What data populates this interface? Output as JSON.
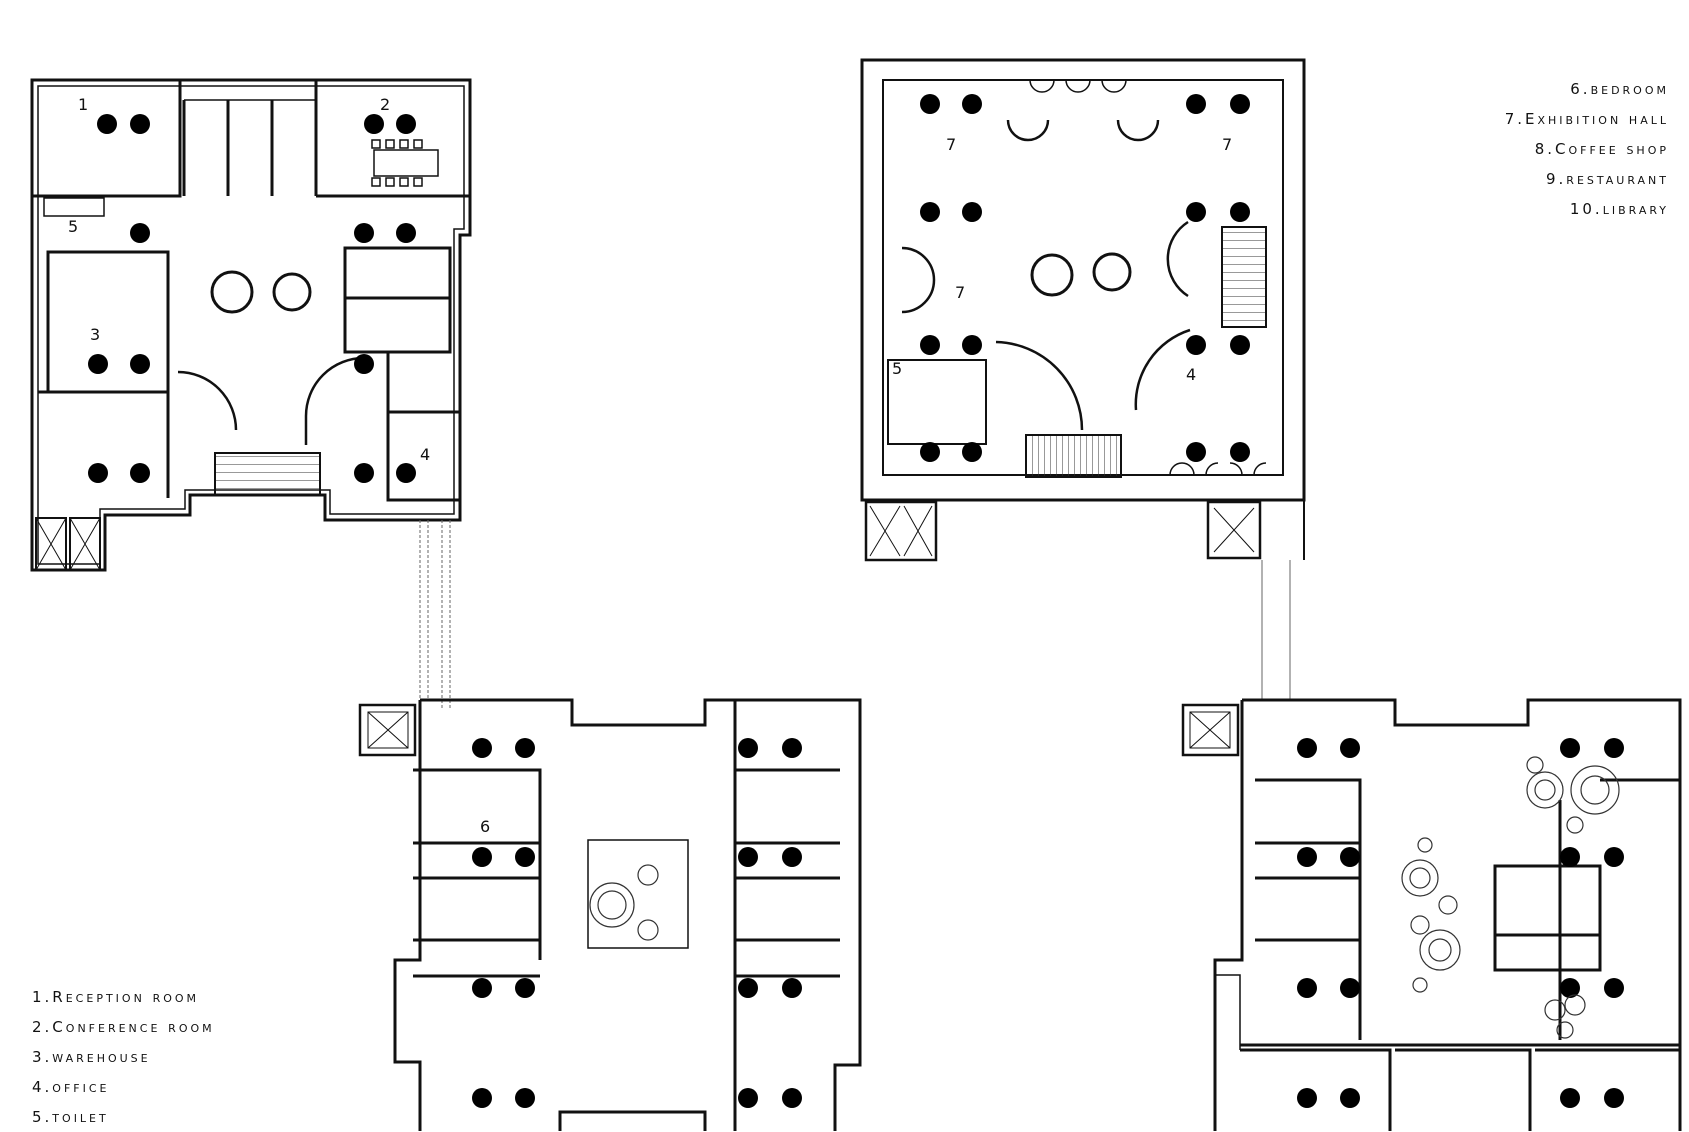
{
  "room_legend_left": [
    "1.Reception room",
    "2.Conference room",
    "3.warehouse",
    "4.office",
    "5.toilet"
  ],
  "room_legend_right": [
    "6.bedroom",
    "7.Exhibition hall",
    "8.Coffee shop",
    "9.restaurant",
    "10.library"
  ],
  "plan_a_labels": {
    "reception": "1",
    "conference": "2",
    "warehouse": "3",
    "office": "4",
    "toilet": "5"
  },
  "plan_b_labels": {
    "hall_top_left": "7",
    "hall_top_right": "7",
    "hall_center": "7",
    "toilet": "5",
    "office": "4"
  },
  "plan_c_labels": {
    "bedroom": "6"
  }
}
